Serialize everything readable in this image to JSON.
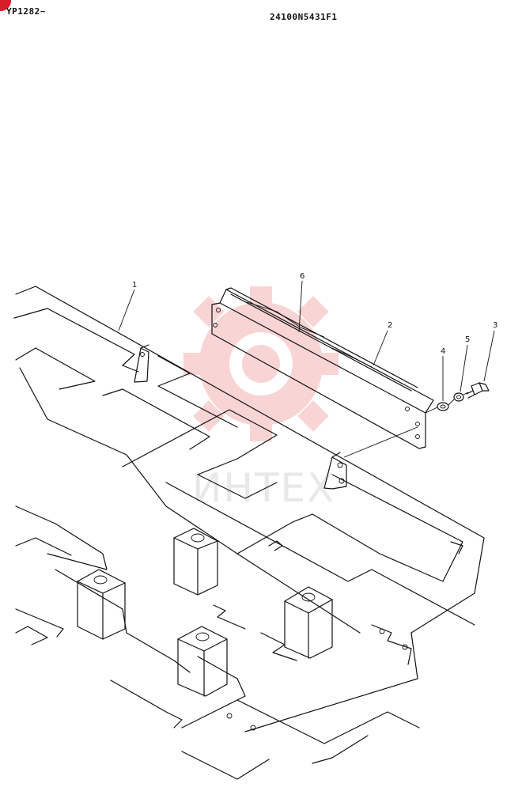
{
  "header": {
    "serial_range": "YP1282~",
    "part_number": "24100N5431F1"
  },
  "watermark": {
    "logo_icon": "red-gear-logo-icon",
    "text": "ИНТЕХ",
    "color": "#f3b1b1"
  },
  "callouts": [
    "1",
    "2",
    "3",
    "4",
    "5",
    "6"
  ],
  "colors": {
    "ink": "#111111",
    "corner_mark": "#d81d2a"
  }
}
